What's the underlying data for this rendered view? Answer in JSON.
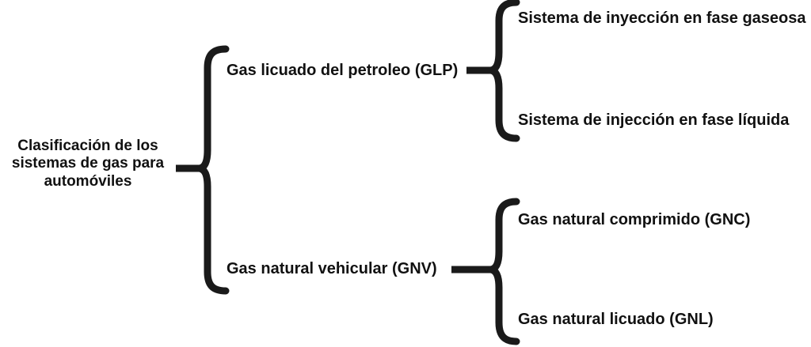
{
  "diagram": {
    "type": "brace-tree",
    "title": "Clasificación de los sistemas de gas para automóviles",
    "orientation": "left-to-right",
    "stroke_color": "#1a1a1a",
    "background_color": "#ffffff",
    "text_color": "#111111",
    "root": {
      "label_line_1": "Clasificación de los",
      "label_line_2": "sistemas de gas para",
      "label_line_3": "automóviles",
      "full_label": "Clasificación de los sistemas de gas para automóviles"
    },
    "level1": [
      {
        "id": "glp",
        "label": "Gas licuado del petroleo (GLP)",
        "children": [
          {
            "id": "glp-gaseosa",
            "label": "Sistema de inyección en fase gaseosa"
          },
          {
            "id": "glp-liquida",
            "label": "Sistema de injección en fase líquida"
          }
        ]
      },
      {
        "id": "gnv",
        "label": "Gas natural vehicular (GNV)",
        "children": [
          {
            "id": "gnv-gnc",
            "label": "Gas natural comprimido (GNC)"
          },
          {
            "id": "gnv-gnl",
            "label": "Gas natural licuado (GNL)"
          }
        ]
      }
    ]
  }
}
